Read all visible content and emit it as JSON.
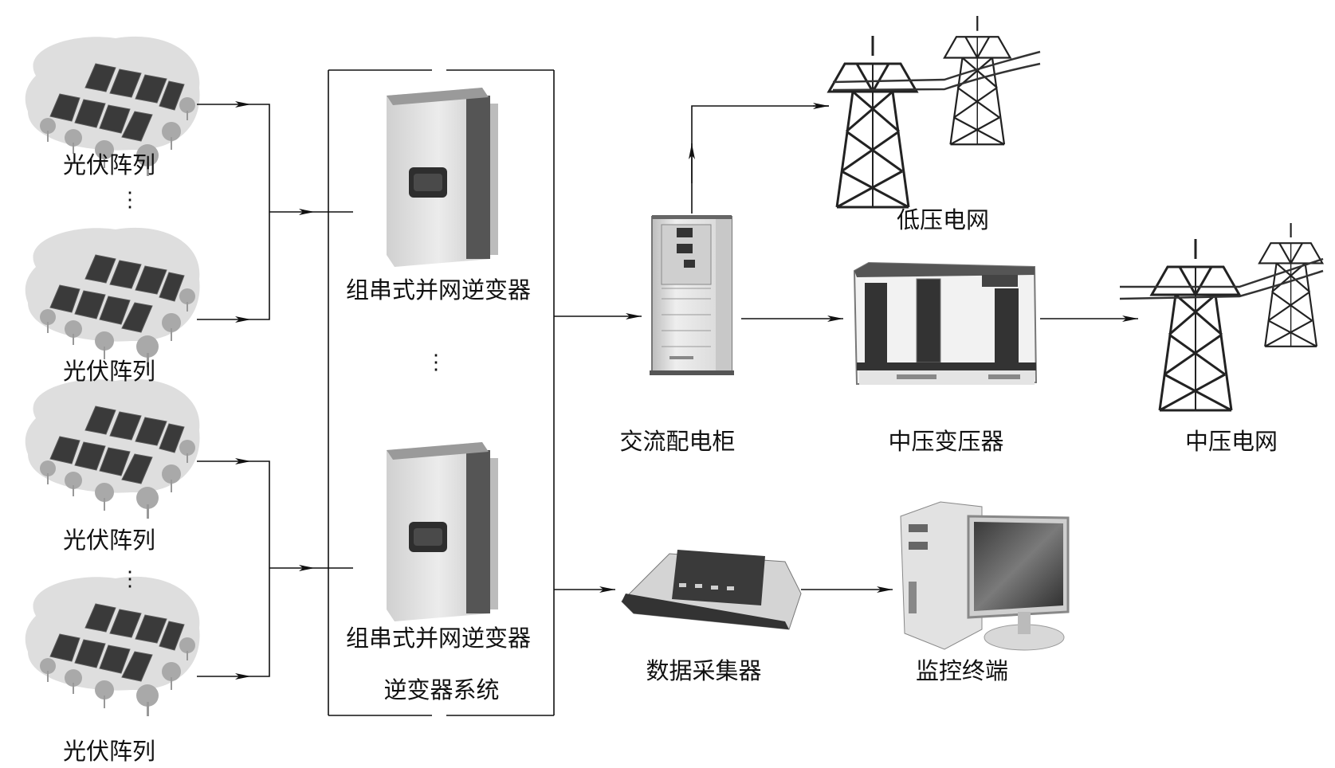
{
  "diagram": {
    "title": "",
    "pv_array_label": "光伏阵列",
    "pv_arrays": [
      {
        "label": "光伏阵列"
      },
      {
        "label": "光伏阵列"
      },
      {
        "label": "光伏阵列"
      },
      {
        "label": "光伏阵列"
      }
    ],
    "ellipsis": "⋮",
    "inverters": [
      {
        "label": "组串式并网逆变器"
      },
      {
        "label": "组串式并网逆变器"
      }
    ],
    "inverter_system_label": "逆变器系统",
    "ac_cabinet_label": "交流配电柜",
    "low_voltage_grid_label": "低压电网",
    "mv_transformer_label": "中压变压器",
    "mv_grid_label": "中压电网",
    "data_collector_label": "数据采集器",
    "monitor_terminal_label": "监控终端",
    "colors": {
      "line": "#111111",
      "panel_dark": "#3a3a3a",
      "ground_gray": "#d9d9d9",
      "tree_gray": "#a8a8a8",
      "device_light": "#e6e6e6",
      "device_dark": "#4a4a4a"
    }
  }
}
